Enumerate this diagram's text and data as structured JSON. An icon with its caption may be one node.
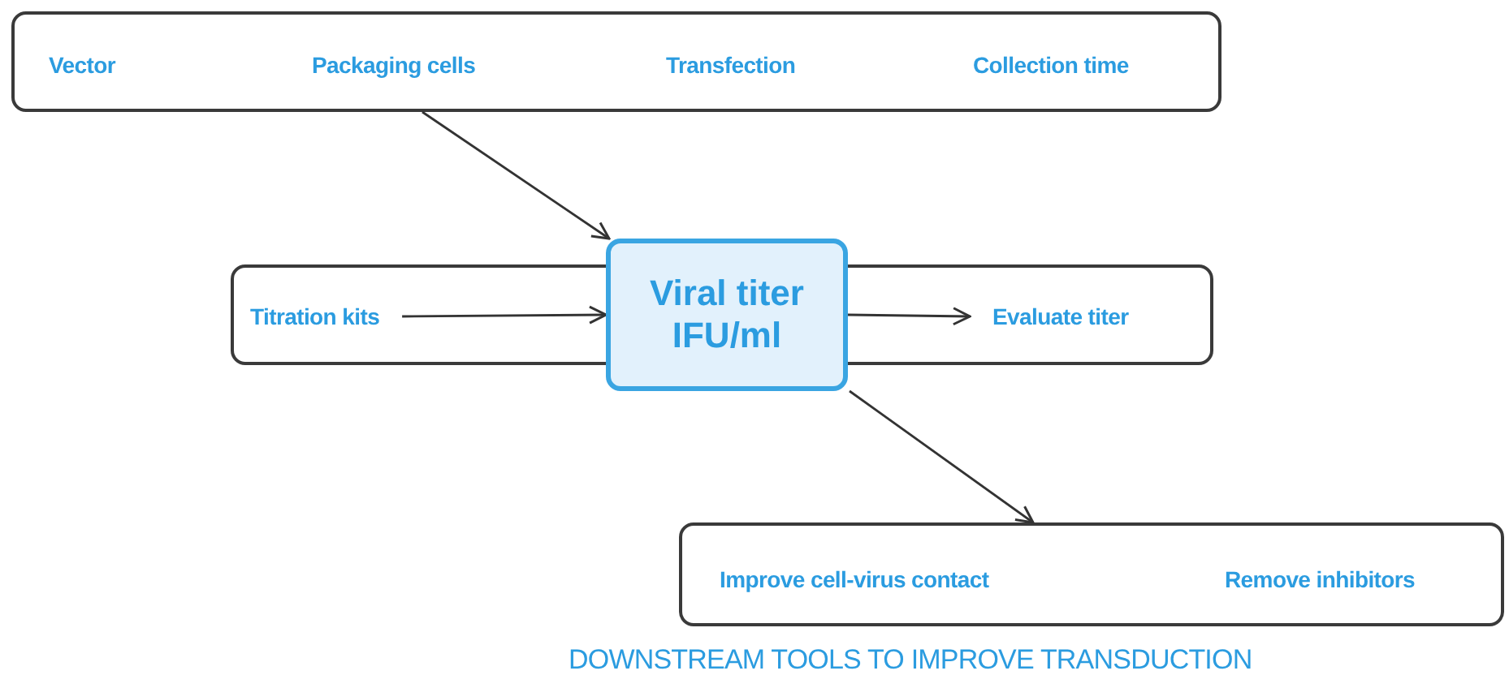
{
  "diagram": {
    "nodes": [
      {
        "text": [
          "Vector",
          "Packaging cells",
          "Transfection",
          "Collection time"
        ]
      },
      {
        "text": [],
        "shape": "box"
      },
      {
        "text": [
          "Titration kits"
        ],
        "in": 1
      },
      {
        "text": [
          "Viral titer IFU/ml"
        ]
      },
      {
        "text": [
          "Evaluate titer"
        ],
        "in": 1
      },
      {
        "text": [
          "Improve cell-virus contact",
          "Remove inhibitors"
        ]
      }
    ],
    "labels": [
      "DOWNSTREAM TOOLS TO IMPROVE TRANSDUCTION"
    ],
    "edges": [
      {
        "from": 0,
        "to": 3,
        "arrow": "to"
      },
      {
        "from": 2,
        "to": 3,
        "arrow": "to"
      },
      {
        "from": 3,
        "to": 4,
        "arrow": "to"
      },
      {
        "from": 3,
        "to": 5,
        "arrow": "to"
      }
    ]
  }
}
